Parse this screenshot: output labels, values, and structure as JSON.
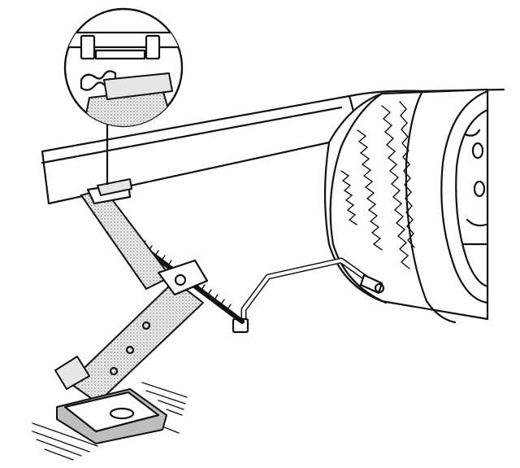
{
  "diagram": {
    "kind": "technical-illustration",
    "colors": {
      "background": "#ffffff",
      "stroke": "#111111",
      "shade": "#e6e6e6",
      "stipple": "#bdbdbd"
    },
    "parts": [
      "vehicle-sill",
      "tire",
      "wheel-rim",
      "scissor-jack",
      "jack-base-plate",
      "jack-screw",
      "jack-handle",
      "magnified-detail"
    ]
  }
}
